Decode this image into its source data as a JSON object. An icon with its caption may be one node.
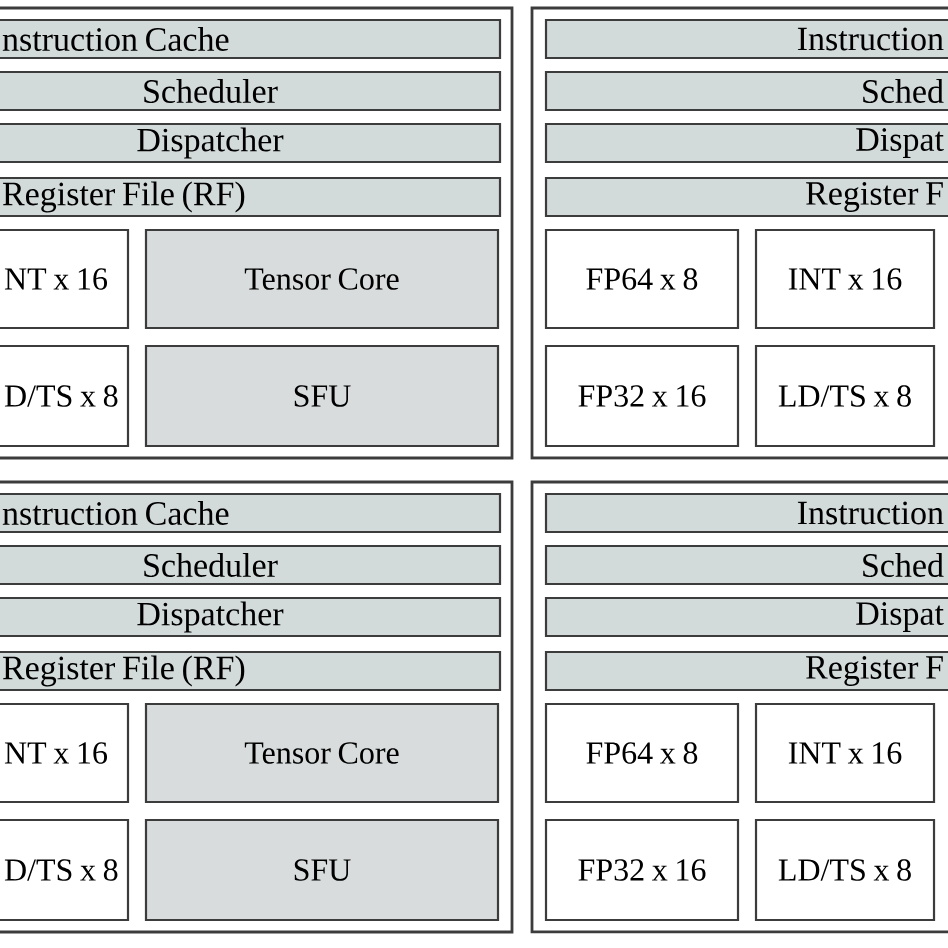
{
  "diagram": {
    "nodes": [
      {
        "text": [],
        "shape": "box"
      },
      {
        "text": [
          "nstruction Cache"
        ],
        "in": 0
      },
      {
        "text": [
          "Scheduler"
        ],
        "in": 0
      },
      {
        "text": [
          "Dispatcher"
        ],
        "in": 0
      },
      {
        "text": [
          "Register File (RF)"
        ],
        "in": 0
      },
      {
        "text": [
          "NT x 16"
        ],
        "in": 0
      },
      {
        "text": [
          "Tensor Core"
        ],
        "in": 0
      },
      {
        "text": [
          "D/TS x 8"
        ],
        "in": 0
      },
      {
        "text": [
          "SFU"
        ],
        "in": 0
      },
      {
        "text": [],
        "shape": "box"
      },
      {
        "text": [
          "Instruction"
        ],
        "in": 9
      },
      {
        "text": [
          "Sched"
        ],
        "in": 9
      },
      {
        "text": [
          "Dispat"
        ],
        "in": 9
      },
      {
        "text": [
          "Register F"
        ],
        "in": 9
      },
      {
        "text": [
          "FP64 x 8"
        ],
        "in": 9
      },
      {
        "text": [
          "INT x 16"
        ],
        "in": 9
      },
      {
        "text": [
          "FP32 x 16"
        ],
        "in": 9
      },
      {
        "text": [
          "LD/TS x 8"
        ],
        "in": 9
      },
      {
        "text": [],
        "shape": "box"
      },
      {
        "text": [
          "nstruction Cache"
        ],
        "in": 18
      },
      {
        "text": [
          "Scheduler"
        ],
        "in": 18
      },
      {
        "text": [
          "Dispatcher"
        ],
        "in": 18
      },
      {
        "text": [
          "Register File (RF)"
        ],
        "in": 18
      },
      {
        "text": [
          "NT x 16"
        ],
        "in": 18
      },
      {
        "text": [
          "Tensor Core"
        ],
        "in": 18
      },
      {
        "text": [
          "D/TS x 8"
        ],
        "in": 18
      },
      {
        "text": [
          "SFU"
        ],
        "in": 18
      },
      {
        "text": [],
        "shape": "box"
      },
      {
        "text": [
          "Instruction"
        ],
        "in": 27
      },
      {
        "text": [
          "Sched"
        ],
        "in": 27
      },
      {
        "text": [
          "Dispat"
        ],
        "in": 27
      },
      {
        "text": [
          "Register F"
        ],
        "in": 27
      },
      {
        "text": [
          "FP64 x 8"
        ],
        "in": 27
      },
      {
        "text": [
          "INT x 16"
        ],
        "in": 27
      },
      {
        "text": [
          "FP32 x 16"
        ],
        "in": 27
      },
      {
        "text": [
          "LD/TS x 8"
        ],
        "in": 27
      }
    ]
  }
}
